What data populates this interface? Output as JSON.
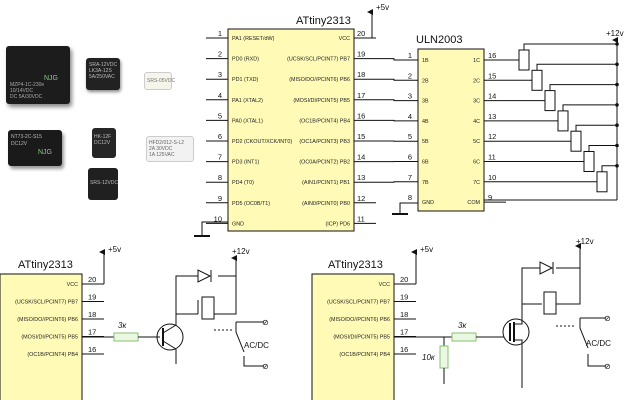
{
  "colors": {
    "chip_fill": "#fffbb7",
    "wire": "#111111",
    "resistor_fill": "#e9f7e3",
    "resistor_stroke": "#8bbf72"
  },
  "photo": {
    "relays": [
      {
        "label_lines": [
          "MZP4-1C-230e",
          "10/14VDC",
          "DC 5A/30VDC"
        ],
        "brand": "NJG"
      },
      {
        "label_lines": [
          "SRA-12VDC",
          "LK3A-12S",
          "5A/250VAC"
        ],
        "brand": ""
      },
      {
        "label_lines": [
          "SRS-05VDC"
        ],
        "brand": ""
      },
      {
        "label_lines": [
          "NT73-2C-S15",
          "DC12V"
        ],
        "brand": "NJG"
      },
      {
        "label_lines": [
          "HK-12F",
          "DC12V"
        ],
        "brand": ""
      },
      {
        "label_lines": [
          "HFD2/012-S-L2",
          "2A 30VDC",
          "1A 125VAC"
        ],
        "brand": ""
      },
      {
        "label_lines": [
          "SRS-12VDC"
        ],
        "brand": ""
      }
    ]
  },
  "top": {
    "chip": {
      "title": "ATtiny2313",
      "vcc_label": "+5v",
      "left_pins": [
        {
          "num": "1",
          "label": "PA1 (RESET/dW)"
        },
        {
          "num": "2",
          "label": "PD0 (RXD)"
        },
        {
          "num": "3",
          "label": "PD1 (TXD)"
        },
        {
          "num": "4",
          "label": "PA1 (XTAL2)"
        },
        {
          "num": "5",
          "label": "PA0 (XTAL1)"
        },
        {
          "num": "6",
          "label": "PD2 (CKOUT/XCK/INT0)"
        },
        {
          "num": "7",
          "label": "PD3 (INT1)"
        },
        {
          "num": "8",
          "label": "PD4 (T0)"
        },
        {
          "num": "9",
          "label": "PD5 (OC0B/T1)"
        },
        {
          "num": "10",
          "label": "GND"
        }
      ],
      "right_pins": [
        {
          "num": "20",
          "label": "VCC"
        },
        {
          "num": "19",
          "label": "(UCSK/SCL/PCINT7) PB7"
        },
        {
          "num": "18",
          "label": "(MISO/DO//PCINT6) PB6"
        },
        {
          "num": "17",
          "label": "(MOSI/DI/PCINT5) PB5"
        },
        {
          "num": "16",
          "label": "(OC1B/PCINT4) PB4"
        },
        {
          "num": "15",
          "label": "(OC1A/PCINT3) PB3"
        },
        {
          "num": "14",
          "label": "(OC0A/PCINT2) PB2"
        },
        {
          "num": "13",
          "label": "(AIN1/PCINT1) PB1"
        },
        {
          "num": "12",
          "label": "(AIN0/PCINT0) PB0"
        },
        {
          "num": "11",
          "label": "(ICP) PD6"
        }
      ]
    },
    "driver": {
      "title": "ULN2003",
      "vcc_label": "+12v",
      "left_pins": [
        {
          "num": "1",
          "label": "1B"
        },
        {
          "num": "2",
          "label": "2B"
        },
        {
          "num": "3",
          "label": "3B"
        },
        {
          "num": "4",
          "label": "4B"
        },
        {
          "num": "5",
          "label": "5B"
        },
        {
          "num": "6",
          "label": "6B"
        },
        {
          "num": "7",
          "label": "7B"
        },
        {
          "num": "8",
          "label": "GND"
        }
      ],
      "right_pins": [
        {
          "num": "16",
          "label": "1C"
        },
        {
          "num": "15",
          "label": "2C"
        },
        {
          "num": "14",
          "label": "3C"
        },
        {
          "num": "13",
          "label": "4C"
        },
        {
          "num": "12",
          "label": "5C"
        },
        {
          "num": "11",
          "label": "6C"
        },
        {
          "num": "10",
          "label": "7C"
        },
        {
          "num": "9",
          "label": "COM"
        }
      ]
    }
  },
  "bl": {
    "chip": {
      "title": "ATtiny2313",
      "vcc_label": "+5v",
      "pins": [
        {
          "num": "20",
          "label": "VCC"
        },
        {
          "num": "19",
          "label": "(UCSK/SCL/PCINT7) PB7"
        },
        {
          "num": "18",
          "label": "(MISO/DO//PCINT6) PB6"
        },
        {
          "num": "17",
          "label": "(MOSI/DI/PCINT5) PB5"
        },
        {
          "num": "16",
          "label": "(OC1B/PCINT4) PB4"
        }
      ]
    },
    "resistor": "3к",
    "supply": "+12v",
    "load": "AC/DC"
  },
  "br": {
    "chip": {
      "title": "ATtiny2313",
      "vcc_label": "+5v",
      "pins": [
        {
          "num": "20",
          "label": "VCC"
        },
        {
          "num": "19",
          "label": "(UCSK/SCL/PCINT7) PB7"
        },
        {
          "num": "18",
          "label": "(MISO/DO//PCINT6) PB6"
        },
        {
          "num": "17",
          "label": "(MOSI/DI/PCINT5) PB5"
        },
        {
          "num": "16",
          "label": "(OC1B/PCINT4) PB4"
        }
      ]
    },
    "resistor_gate": "3к",
    "resistor_pulldown": "10к",
    "supply": "+12v",
    "load": "AC/DC"
  }
}
